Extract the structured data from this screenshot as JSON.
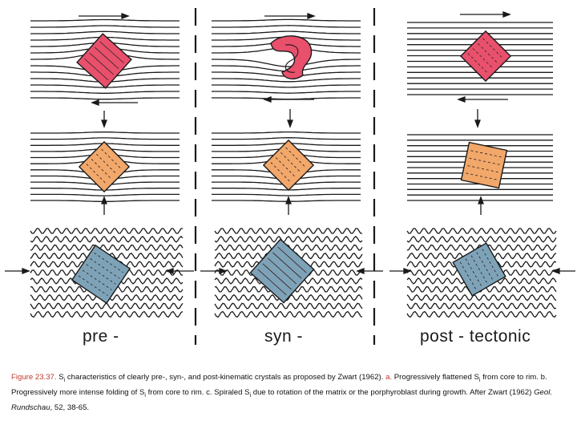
{
  "labels": {
    "pre": "pre -",
    "syn": "syn -",
    "post": "post - tectonic"
  },
  "caption": {
    "fig": "Figure 23.37.",
    "s": "S",
    "i": "i",
    "t1": " characteristics of clearly pre-, syn-, and post-kinematic crystals as proposed by Zwart (1962). ",
    "a": "a.",
    "t2": " Progressively flattened S",
    "t3": " from core to rim. b. Progressively more intense folding of S",
    "t4": " from core to rim. c. Spiraled S",
    "t5": " due to rotation of the matrix or the porphyroblast during growth. After Zwart (1962) ",
    "journal": "Geol. Rundschau",
    "t6": ", 52, 38-65."
  },
  "colors": {
    "red": "#e8506c",
    "orange": "#f2a86a",
    "blue": "#7ea3b8",
    "line": "#1a1a1a",
    "accent": "#c0392b"
  }
}
